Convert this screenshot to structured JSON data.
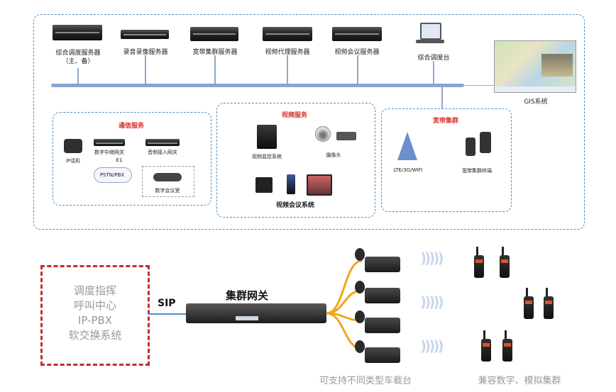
{
  "servers": [
    {
      "label": "综合调度服务器",
      "sub": "（主、备）"
    },
    {
      "label": "录音录像服务器"
    },
    {
      "label": "宽带集群服务器"
    },
    {
      "label": "视频代理服务器"
    },
    {
      "label": "视频会议服务器"
    }
  ],
  "console_label": "综合调度台",
  "gis_label": "GIS系统",
  "comm_service": {
    "title": "通信服务",
    "ip_phone": "IP话机",
    "digital_trunk": "数字中继网关",
    "e1": "E1",
    "pstn": "PSTN/PBX",
    "audio_gateway": "音频接入网关",
    "digital_conf": "数字会议室"
  },
  "video_service": {
    "title": "视频服务",
    "monitor": "视频监控系统",
    "camera": "摄像头",
    "conference": "视频会议系统"
  },
  "broadband": {
    "title": "宽带集群",
    "network": "LTE/3G/WIFI",
    "terminal": "宽带集群终端"
  },
  "legacy": [
    "调度指挥",
    "呼叫中心",
    "IP-PBX",
    "软交换系统"
  ],
  "sip_label": "SIP",
  "gateway_label": "集群网关",
  "vehicle_label": "可支持不同类型车载台",
  "compat_label": "兼容数字、模拟集群",
  "colors": {
    "accent_blue": "#4f8fc6",
    "red": "#c42f2f",
    "cable": "#f2a51a",
    "bus": "#8aa4d4"
  }
}
